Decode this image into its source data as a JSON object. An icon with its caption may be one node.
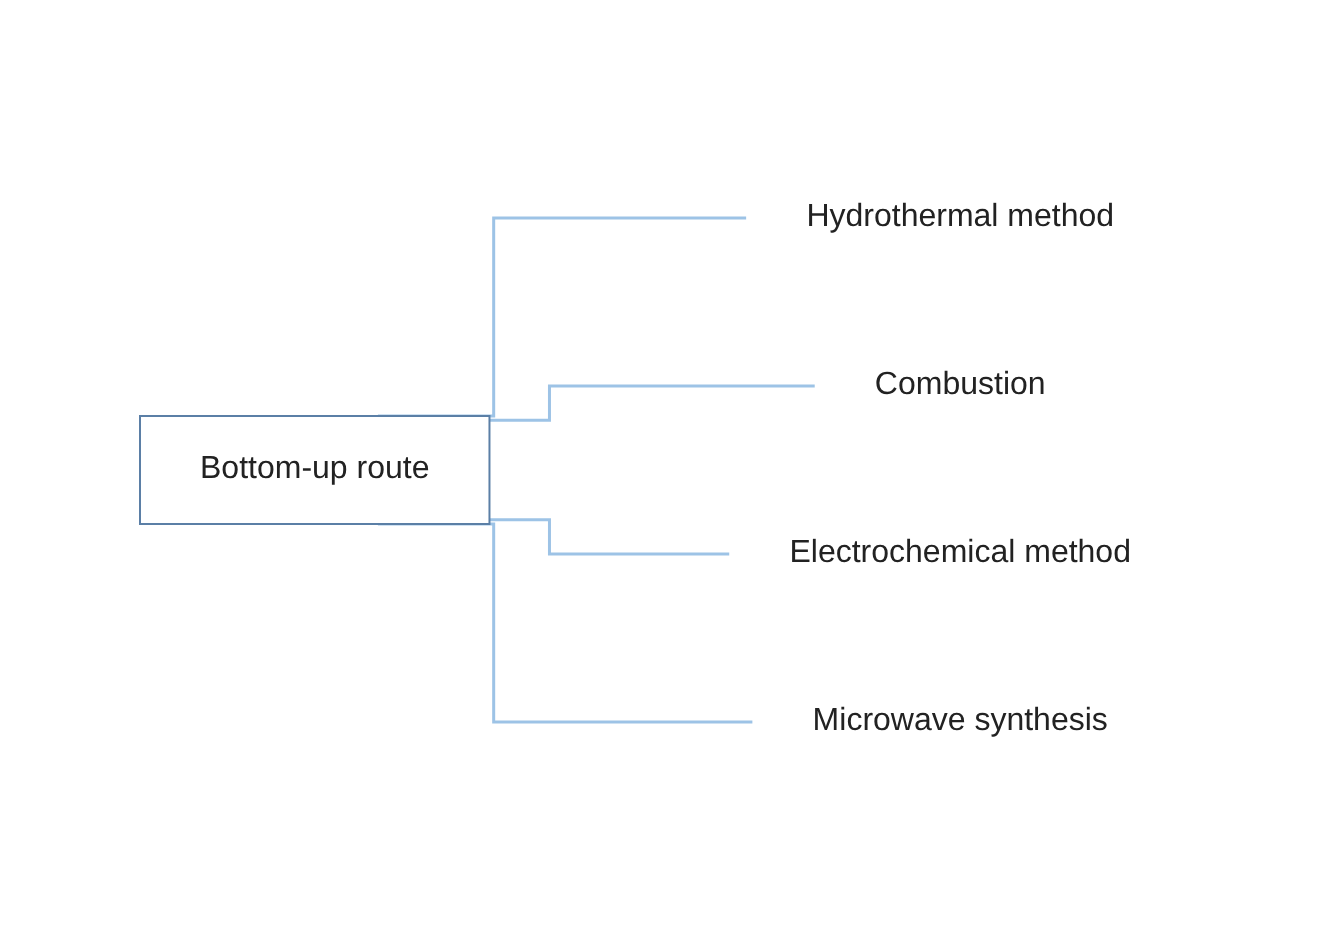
{
  "diagram": {
    "nodes": [
      {
        "text": [
          "Bottom-up route"
        ]
      },
      {
        "text": [
          "Hydrothermal method"
        ]
      },
      {
        "text": [
          "Combustion"
        ]
      },
      {
        "text": [
          "Electrochemical method"
        ]
      },
      {
        "text": [
          "Microwave synthesis"
        ]
      }
    ],
    "edges": [
      {
        "from": 0,
        "to": 1,
        "arrow": "none"
      },
      {
        "from": 0,
        "to": 2,
        "arrow": "none"
      },
      {
        "from": 0,
        "to": 3,
        "arrow": "none"
      },
      {
        "from": 0,
        "to": 4,
        "arrow": "none"
      }
    ]
  }
}
